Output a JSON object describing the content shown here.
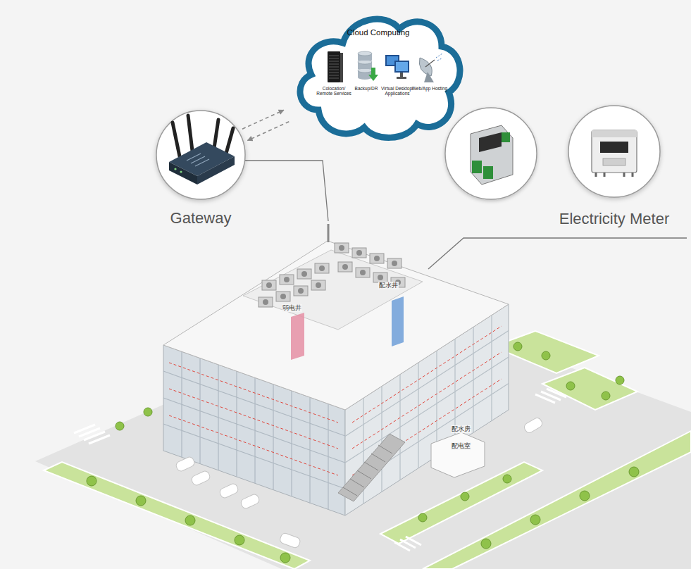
{
  "diagram": {
    "nodes": [
      {
        "text": [
          "Cloud Computing"
        ]
      },
      {
        "text": [
          "Colocation/ Remote Services"
        ],
        "in": 0
      },
      {
        "text": [
          "Backup/DR"
        ],
        "in": 0
      },
      {
        "text": [
          "Virtual Desktop/ Applications"
        ],
        "in": 0
      },
      {
        "text": [
          "Web/App Hosting"
        ],
        "in": 0
      },
      {
        "text": [
          "Gateway"
        ]
      },
      {
        "text": [
          "Electricity Meter"
        ]
      }
    ],
    "edges": [
      {
        "from": 5,
        "to": 0,
        "arrow": "to"
      },
      {
        "from": 0,
        "to": 5,
        "arrow": "to"
      }
    ],
    "labels": [
      "弱电井",
      "配水井",
      "配水房",
      "配电室"
    ]
  }
}
